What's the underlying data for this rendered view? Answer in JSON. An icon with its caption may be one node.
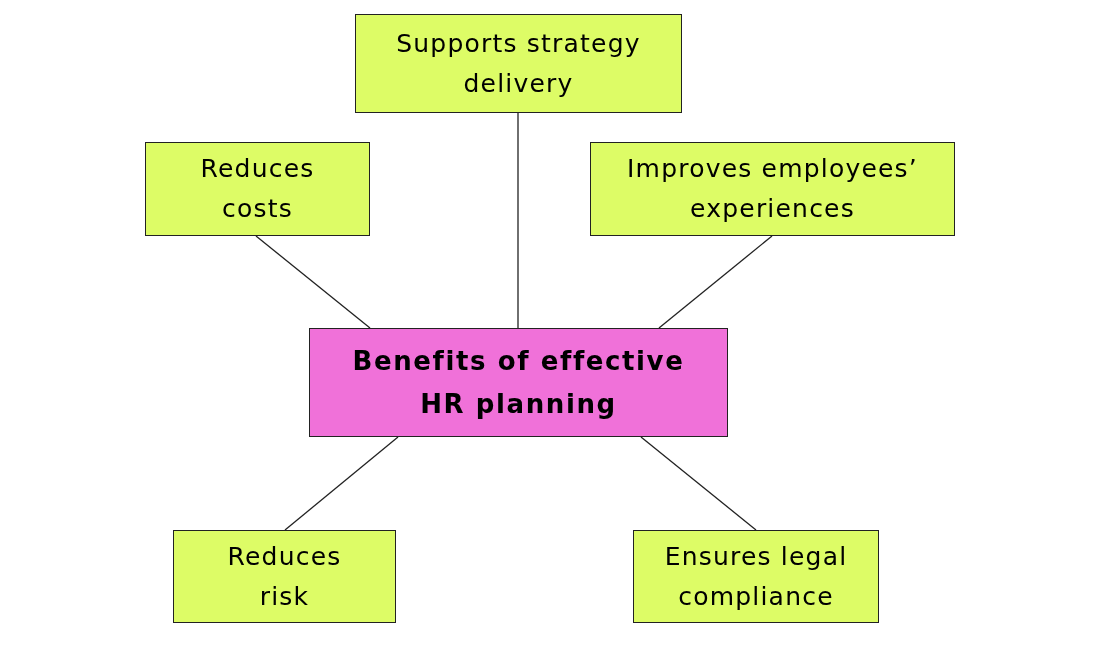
{
  "diagram": {
    "nodes": [
      {
        "text": [
          "Supports strategy delivery"
        ]
      },
      {
        "text": [
          "Reduces costs"
        ]
      },
      {
        "text": [
          "Improves employees’ experiences"
        ]
      },
      {
        "text": [
          "Benefits of effective HR planning"
        ]
      },
      {
        "text": [
          "Reduces risk"
        ]
      },
      {
        "text": [
          "Ensures legal compliance"
        ]
      }
    ],
    "edges": [
      {
        "from": 3,
        "to": 1,
        "arrow": "none"
      },
      {
        "from": 3,
        "to": 0,
        "arrow": "none"
      },
      {
        "from": 3,
        "to": 2,
        "arrow": "none"
      },
      {
        "from": 3,
        "to": 4,
        "arrow": "none"
      },
      {
        "from": 3,
        "to": 5,
        "arrow": "none"
      }
    ]
  }
}
